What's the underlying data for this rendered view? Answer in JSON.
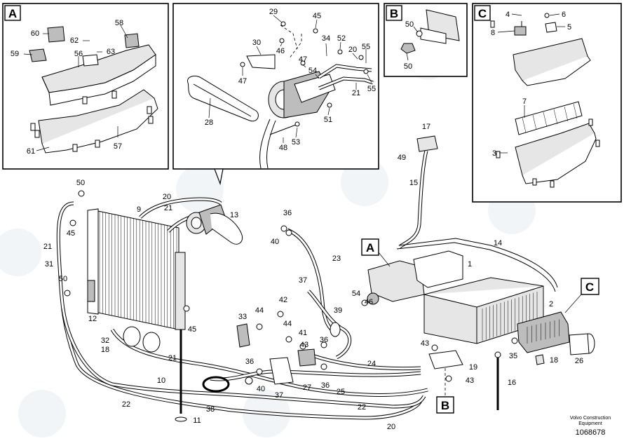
{
  "detail_panels": [
    {
      "id": "A",
      "label": "A"
    },
    {
      "id": "B",
      "label": "B"
    },
    {
      "id": "C",
      "label": "C"
    }
  ],
  "main_callouts": [
    {
      "id": "A",
      "label": "A"
    },
    {
      "id": "B",
      "label": "B"
    },
    {
      "id": "C",
      "label": "C"
    }
  ],
  "part_numbers": {
    "panel_a": [
      "60",
      "58",
      "62",
      "59",
      "56",
      "63",
      "61",
      "57"
    ],
    "panel_top": [
      "29",
      "45",
      "30",
      "46",
      "52",
      "34",
      "20",
      "55",
      "47",
      "47",
      "54",
      "21",
      "55",
      "28",
      "51",
      "48",
      "53"
    ],
    "panel_b": [
      "50",
      "50"
    ],
    "panel_c": [
      "4",
      "6",
      "5",
      "8",
      "7",
      "3"
    ],
    "main": [
      "50",
      "20",
      "13",
      "9",
      "21",
      "45",
      "21",
      "31",
      "50",
      "45",
      "12",
      "32",
      "18",
      "21",
      "10",
      "22",
      "11",
      "36",
      "40",
      "23",
      "37",
      "42",
      "33",
      "44",
      "44",
      "41",
      "43",
      "39",
      "36",
      "36",
      "40",
      "27",
      "36",
      "17",
      "49",
      "15",
      "14",
      "1",
      "46",
      "54",
      "2",
      "35",
      "18",
      "26",
      "43",
      "19",
      "24",
      "16",
      "43",
      "25",
      "22",
      "38",
      "37",
      "20"
    ]
  },
  "footer": {
    "brand_line1": "Volvo Construction",
    "brand_line2": "Equipment",
    "doc_number": "1068678"
  }
}
